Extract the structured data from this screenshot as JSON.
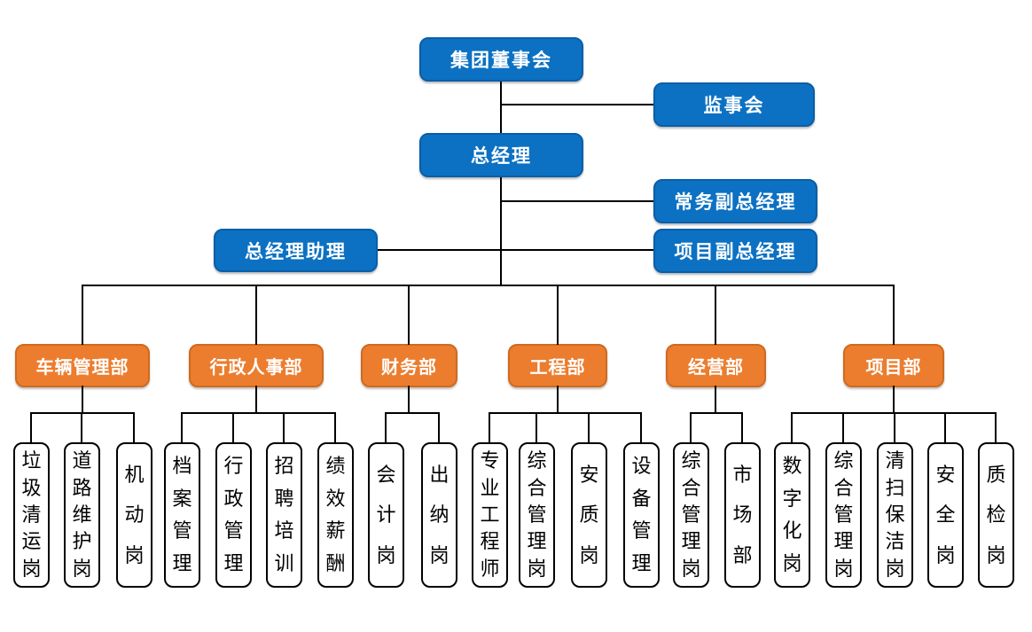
{
  "org": {
    "executive": {
      "board": "集团董事会",
      "supervisory": "监事会",
      "general_manager": "总经理",
      "executive_deputy_gm": "常务副总经理",
      "gm_assistant": "总经理助理",
      "project_deputy_gm": "项目副总经理"
    },
    "departments": [
      {
        "label": "车辆管理部",
        "positions": [
          "垃圾清运岗",
          "道路维护岗",
          "机动岗"
        ]
      },
      {
        "label": "行政人事部",
        "positions": [
          "档案管理",
          "行政管理",
          "招聘培训",
          "绩效薪酬"
        ]
      },
      {
        "label": "财务部",
        "positions": [
          "会计岗",
          "出纳岗"
        ]
      },
      {
        "label": "工程部",
        "positions": [
          "专业工程师",
          "综合管理岗",
          "安质岗",
          "设备管理"
        ]
      },
      {
        "label": "经营部",
        "positions": [
          "综合管理岗",
          "市场部"
        ]
      },
      {
        "label": "项目部",
        "positions": [
          "数字化岗",
          "综合管理岗",
          "清扫保洁岗",
          "安全岗",
          "质检岗"
        ]
      }
    ]
  },
  "colors": {
    "executive_box_fill": "#0C71C2",
    "executive_box_border": "#0A5EA8",
    "department_box_fill": "#EC7D2E",
    "department_box_border": "#CF6A1F",
    "connector": "#000000",
    "position_box_border": "#000000"
  }
}
